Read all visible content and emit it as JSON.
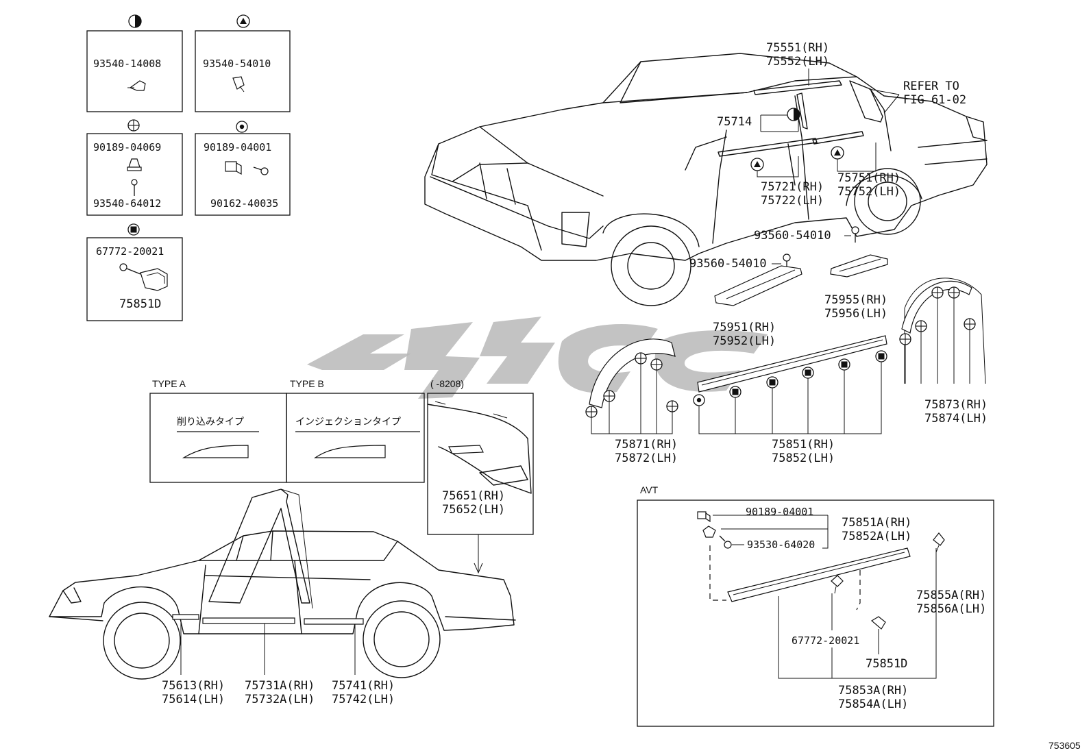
{
  "diagram_id": "753605",
  "fastener_boxes": [
    {
      "part": "93540-14008"
    },
    {
      "part": "93540-54010"
    },
    {
      "part_top": "90189-04069",
      "part_bottom": "93540-64012"
    },
    {
      "part_top": "90189-04001",
      "part_bottom": "90162-40035"
    },
    {
      "part_top": "67772-20021",
      "part_bottom": "75851D"
    }
  ],
  "type_boxes": {
    "type_a": {
      "heading": "TYPE A",
      "caption": "削り込みタイプ"
    },
    "type_b": {
      "heading": "TYPE B",
      "caption": "インジェクションタイプ"
    },
    "range": {
      "heading": "(    -8208)",
      "part_rh": "75651(RH)",
      "part_lh": "75652(LH)"
    }
  },
  "top_car_labels": {
    "p75551": "75551(RH)",
    "p75552": "75552(LH)",
    "refer1": "REFER TO",
    "refer2": "FIG 61-02",
    "p75714": "75714",
    "p75721": "75721(RH)",
    "p75722": "75722(LH)",
    "p75751": "75751(RH)",
    "p75752": "75752(LH)",
    "p93560a": "93560-54010",
    "p93560b": "93560-54010",
    "p75955": "75955(RH)",
    "p75956": "75956(LH)",
    "p75951": "75951(RH)",
    "p75952": "75952(LH)"
  },
  "middle_labels": {
    "p75871": "75871(RH)",
    "p75872": "75872(LH)",
    "p75851": "75851(RH)",
    "p75852": "75852(LH)",
    "p75873": "75873(RH)",
    "p75874": "75874(LH)"
  },
  "bottom_car_labels": {
    "p75613": "75613(RH)",
    "p75614": "75614(LH)",
    "p75731": "75731A(RH)",
    "p75732": "75732A(LH)",
    "p75741": "75741(RH)",
    "p75742": "75742(LH)"
  },
  "avt_box": {
    "heading": "AVT",
    "p90189": "90189-04001",
    "p93530": "93530-64020",
    "p75851a": "75851A(RH)",
    "p75852a": "75852A(LH)",
    "p75855a": "75855A(RH)",
    "p75856a": "75856A(LH)",
    "p67772": "67772-20021",
    "p75851d": "75851D",
    "p75853a": "75853A(RH)",
    "p75854a": "75854A(LH)"
  },
  "icons": [
    "half-circle-icon",
    "triangle-circle-icon",
    "crosshair-circle-icon",
    "dot-circle-icon",
    "filled-square-circle-icon"
  ]
}
